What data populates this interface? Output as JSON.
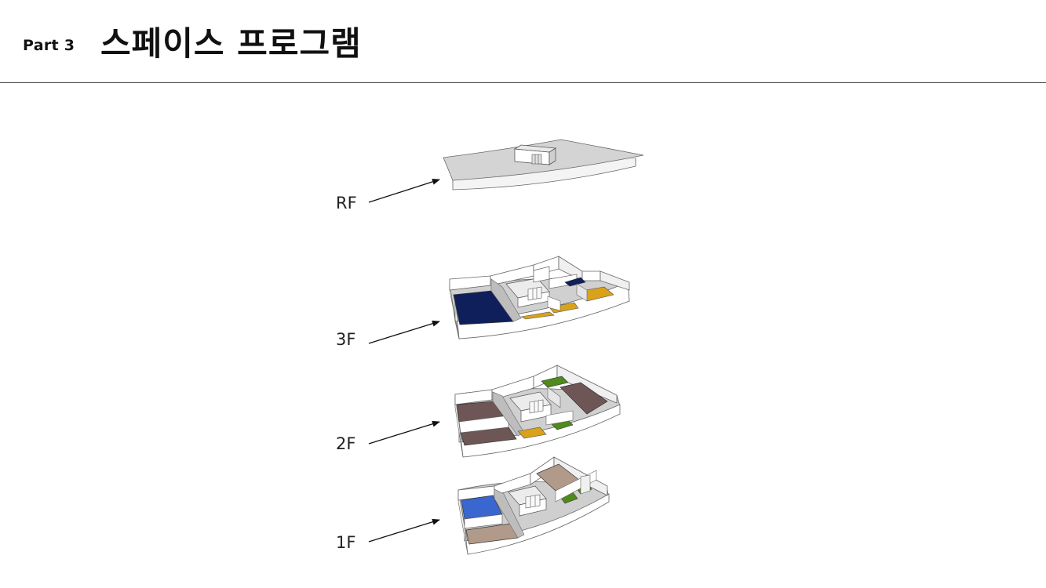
{
  "header": {
    "part": "Part 3",
    "title": "스페이스 프로그램"
  },
  "diagram": {
    "floors": [
      {
        "id": "RF",
        "label": "RF"
      },
      {
        "id": "3F",
        "label": "3F"
      },
      {
        "id": "2F",
        "label": "2F"
      },
      {
        "id": "1F",
        "label": "1F"
      }
    ],
    "colors": {
      "slab": "#d4d4d4",
      "wall": "#ffffff",
      "wall_shade": "#bfbfbf",
      "corridor": "#c9c9c9",
      "navy": "#0e1f5c",
      "ochre": "#d9a21a",
      "green": "#4f8a1c",
      "brown": "#6e5656",
      "tan": "#b29a8a",
      "blue": "#3a66cf"
    }
  }
}
